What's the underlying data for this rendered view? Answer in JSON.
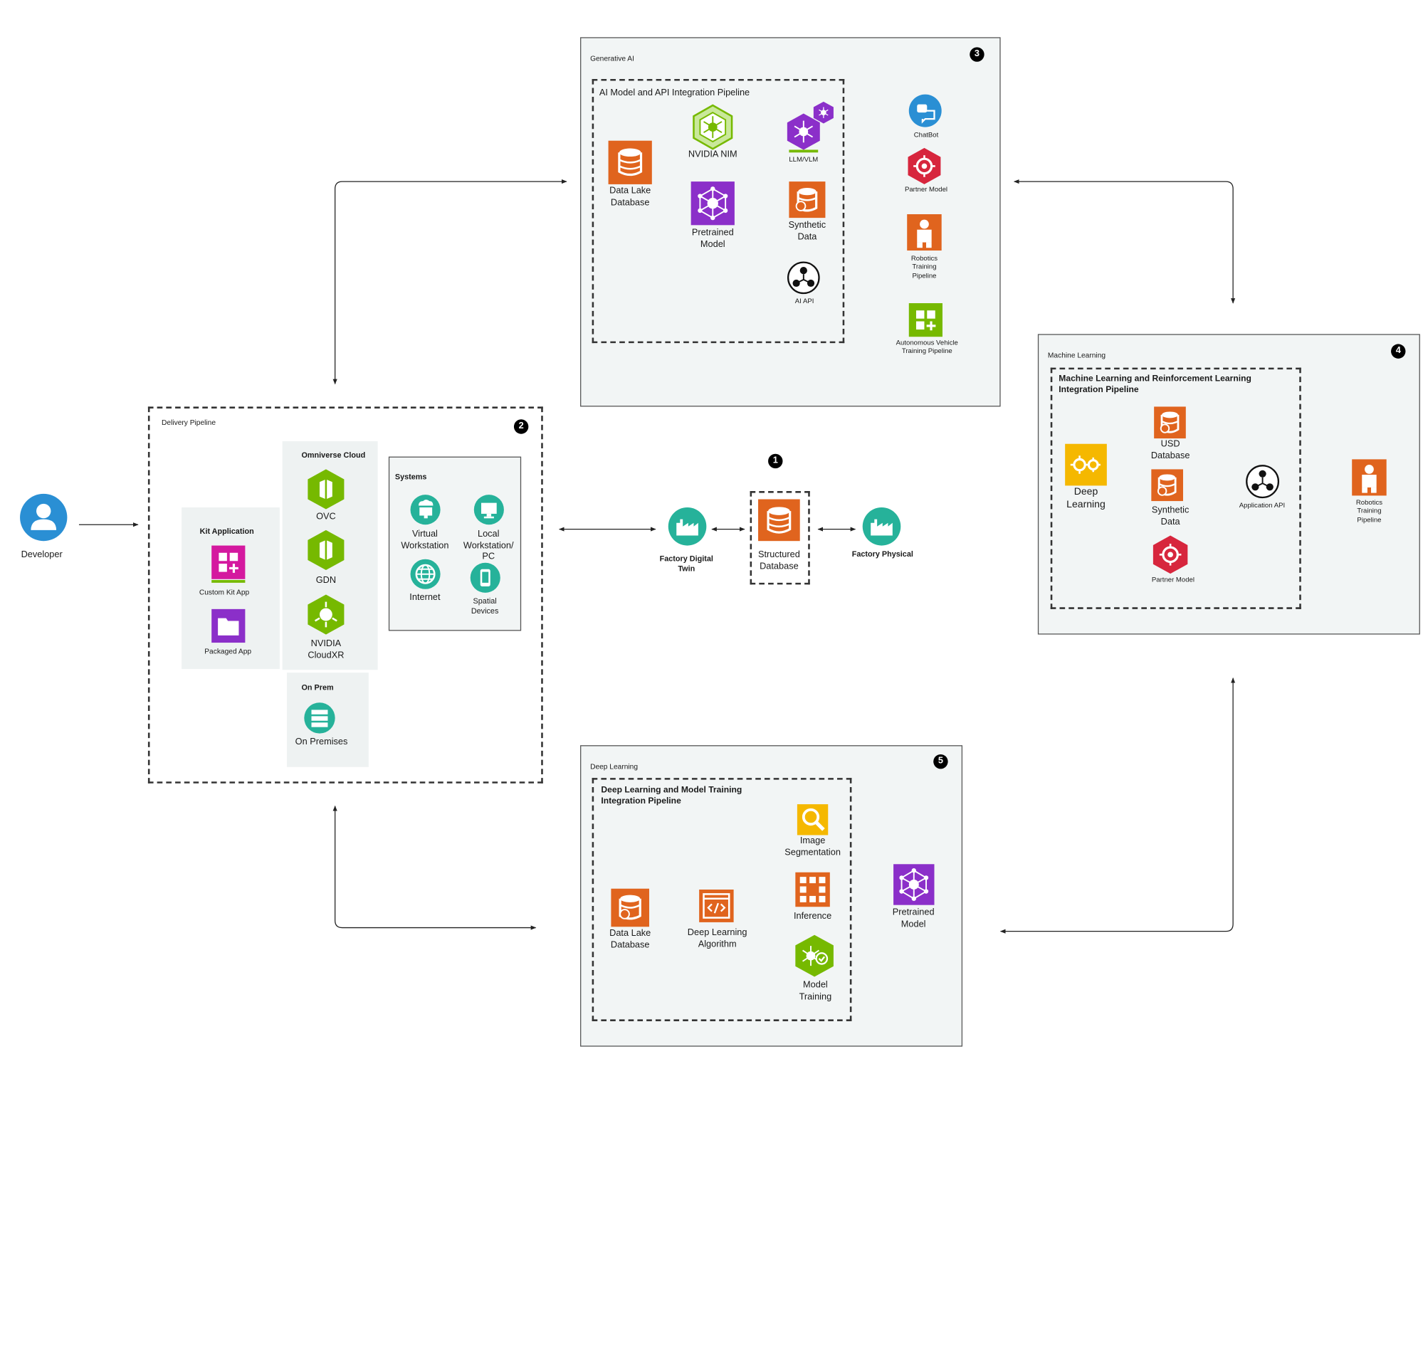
{
  "developer": {
    "label": "Developer"
  },
  "section1": {
    "number": "1",
    "structured_db": "Structured Database",
    "factory_twin": "Factory Digital Twin",
    "factory_physical": "Factory Physical"
  },
  "section2": {
    "number": "2",
    "title": "Delivery Pipeline",
    "kit": {
      "title": "Kit Application",
      "custom": "Custom Kit App",
      "packaged": "Packaged App"
    },
    "cloud": {
      "title": "Omniverse Cloud",
      "ovc": "OVC",
      "gdn": "GDN",
      "cloudxr": "NVIDIA CloudXR"
    },
    "onprem": {
      "title": "On Prem",
      "label": "On Premises"
    },
    "systems": {
      "title": "Systems",
      "virtual": "Virtual Workstation",
      "local": "Local Workstation/ PC",
      "internet": "Internet",
      "spatial": "Spatial Devices"
    }
  },
  "section3": {
    "number": "3",
    "title": "Generative AI",
    "pipeline": "AI Model and API Integration Pipeline",
    "datalake": "Data Lake Database",
    "nim": "NVIDIA NIM",
    "pretrained": "Pretrained Model",
    "llm": "LLM/VLM",
    "synthetic": "Synthetic Data",
    "aiapi": "AI API",
    "chatbot": "ChatBot",
    "partner": "Partner Model",
    "robotics": "Robotics Training Pipeline",
    "av": "Autonomous Vehicle Training Pipeline"
  },
  "section4": {
    "number": "4",
    "title": "Machine Learning",
    "pipeline": "Machine Learning and Reinforcement Learning Integration Pipeline",
    "deep": "Deep Learning",
    "usd": "USD Database",
    "synthetic": "Synthetic Data",
    "partner": "Partner Model",
    "api": "Application API",
    "robotics": "Robotics Training Pipeline"
  },
  "section5": {
    "number": "5",
    "title": "Deep Learning",
    "pipeline": "Deep Learning and Model Training Integration Pipeline",
    "datalake": "Data Lake Database",
    "algo": "Deep Learning Algorithm",
    "segmentation": "Image Segmentation",
    "inference": "Inference",
    "training": "Model Training",
    "pretrained": "Pretrained Model"
  },
  "colors": {
    "orange": "#e0641e",
    "green": "#76b900",
    "purple": "#8b2fc9",
    "teal": "#26b29a",
    "red": "#d7263d",
    "blue": "#2a8fd4",
    "yellow": "#f5b800",
    "magenta": "#d4199f"
  }
}
